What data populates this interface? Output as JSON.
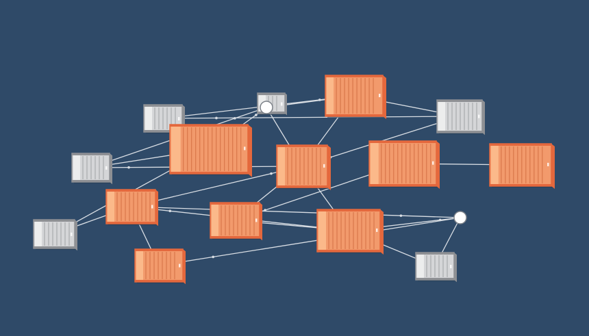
{
  "colors": {
    "background": "#2f4a68",
    "edge": "#d9dee4",
    "orange_body": "#f29a6c",
    "orange_front": "#fbb98a",
    "orange_rib": "#d9774b",
    "orange_trim": "#e4683d",
    "gray_body": "#d5d6d8",
    "gray_front": "#eceded",
    "gray_rib": "#a9abae",
    "gray_trim": "#8e9094",
    "hub_fill": "#ffffff",
    "hub_stroke": "#7d8289"
  },
  "nodes": [
    {
      "id": "c1",
      "kind": "container",
      "color": "gray",
      "label": ""
    },
    {
      "id": "c2",
      "kind": "container",
      "color": "orange",
      "label": ""
    },
    {
      "id": "c3",
      "kind": "container",
      "color": "gray",
      "label": ""
    },
    {
      "id": "c4",
      "kind": "container",
      "color": "orange",
      "label": ""
    },
    {
      "id": "c5",
      "kind": "container",
      "color": "gray",
      "label": ""
    },
    {
      "id": "c6",
      "kind": "container",
      "color": "orange",
      "label": ""
    },
    {
      "id": "c7",
      "kind": "container",
      "color": "gray",
      "label": ""
    },
    {
      "id": "c8",
      "kind": "container",
      "color": "orange",
      "label": ""
    },
    {
      "id": "c9",
      "kind": "container",
      "color": "orange",
      "label": ""
    },
    {
      "id": "c10",
      "kind": "container",
      "color": "orange",
      "label": ""
    },
    {
      "id": "c11",
      "kind": "container",
      "color": "orange",
      "label": ""
    },
    {
      "id": "c12",
      "kind": "container",
      "color": "orange",
      "label": ""
    },
    {
      "id": "c13",
      "kind": "container",
      "color": "orange",
      "label": ""
    },
    {
      "id": "c14",
      "kind": "container",
      "color": "orange",
      "label": ""
    },
    {
      "id": "c15",
      "kind": "container",
      "color": "gray",
      "label": ""
    },
    {
      "id": "c16",
      "kind": "container",
      "color": "gray",
      "label": ""
    },
    {
      "id": "h1",
      "kind": "hub",
      "label": ""
    },
    {
      "id": "h2",
      "kind": "hub",
      "label": ""
    }
  ],
  "edges": [
    [
      "c1",
      "c2"
    ],
    [
      "c3",
      "c1"
    ],
    [
      "h1",
      "c2"
    ],
    [
      "c4",
      "h1"
    ],
    [
      "h1",
      "c6"
    ],
    [
      "c5",
      "c4"
    ],
    [
      "c5",
      "h1"
    ],
    [
      "c7",
      "c4"
    ],
    [
      "c7",
      "c9"
    ],
    [
      "c9",
      "c10"
    ],
    [
      "c9",
      "c6"
    ],
    [
      "c6",
      "c5"
    ],
    [
      "c3",
      "c6"
    ],
    [
      "c3",
      "c8"
    ],
    [
      "c2",
      "c6"
    ],
    [
      "c2",
      "c3"
    ],
    [
      "c8",
      "c6"
    ],
    [
      "c8",
      "c11"
    ],
    [
      "c8",
      "c14"
    ],
    [
      "c13",
      "c14"
    ],
    [
      "c14",
      "c11"
    ],
    [
      "c11",
      "c6"
    ],
    [
      "c11",
      "c12"
    ],
    [
      "c12",
      "h2"
    ],
    [
      "c12",
      "c9"
    ],
    [
      "c9",
      "h2"
    ],
    [
      "h2",
      "c10"
    ],
    [
      "h2",
      "c15"
    ],
    [
      "c12",
      "c15"
    ],
    [
      "c6",
      "c12"
    ]
  ]
}
